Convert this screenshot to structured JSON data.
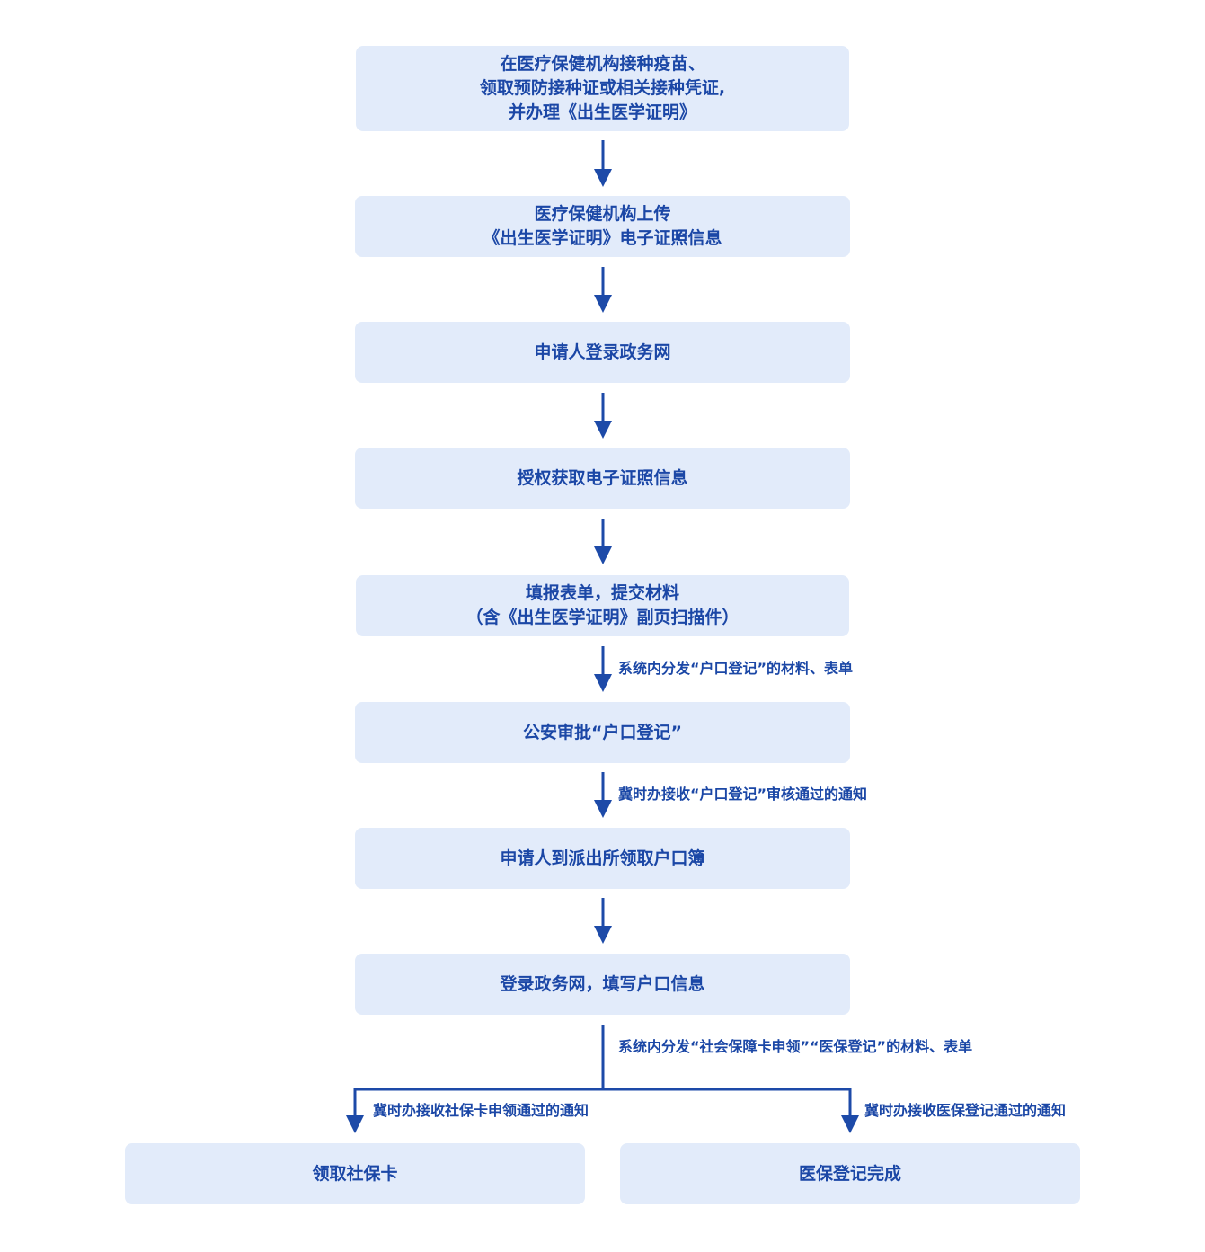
{
  "nodes": {
    "vaccinate": [
      "在医疗保健机构接种疫苗、",
      "领取预防接种证或相关接种凭证,",
      "并办理《出生医学证明》"
    ],
    "upload": [
      "医疗保健机构上传",
      "《出生医学证明》电子证照信息"
    ],
    "login": [
      "申请人登录政务网"
    ],
    "authorize": [
      "授权获取电子证照信息"
    ],
    "fill_form": [
      "填报表单，提交材料",
      "（含《出生医学证明》副页扫描件）"
    ],
    "police_approval": [
      "公安审批“户口登记”"
    ],
    "get_hukou_book": [
      "申请人到派出所领取户口簿"
    ],
    "fill_hukou_info": [
      "登录政务网，填写户口信息"
    ],
    "get_social_card": [
      "领取社保卡"
    ],
    "medical_done": [
      "医保登记完成"
    ]
  },
  "edge_labels": {
    "distribute_hukou": "系统内分发“户口登记”的材料、表单",
    "notify_hukou": "冀时办接收“户口登记”审核通过的通知",
    "distribute_social": "系统内分发“社会保障卡申领”“医保登记”的材料、表单",
    "notify_social_card": "冀时办接收社保卡申领通过的通知",
    "notify_medical": "冀时办接收医保登记通过的通知"
  },
  "colors": {
    "node_fill": "#e2ebfa",
    "text": "#1b47a6",
    "connector": "#1d4aa8"
  }
}
